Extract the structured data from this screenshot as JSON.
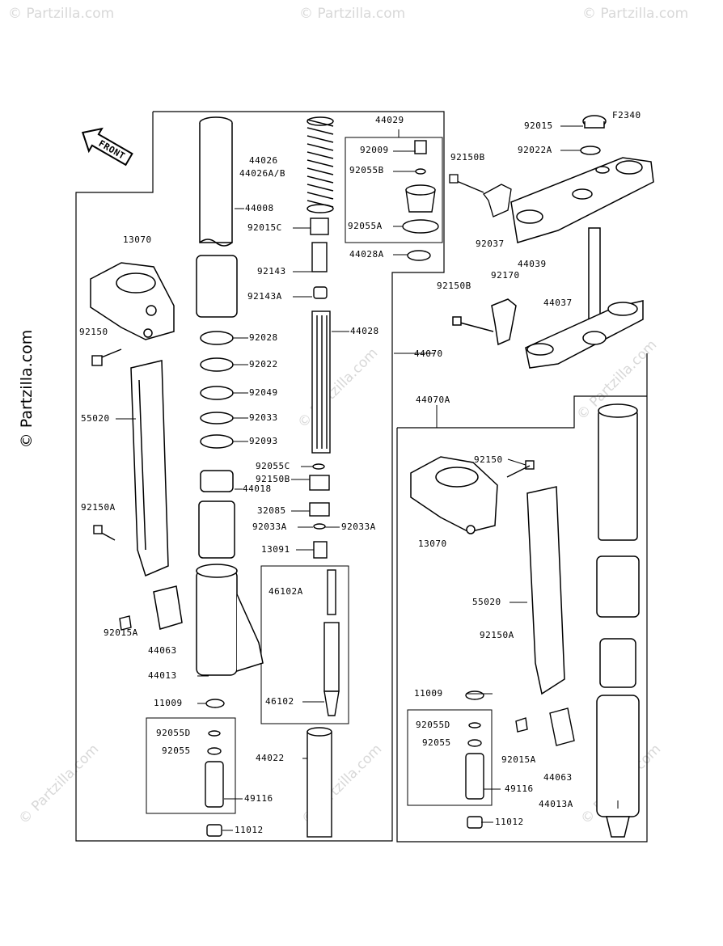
{
  "figure_code": "F2340",
  "front_label": "FRONT",
  "side_watermark": "© Partzilla.com",
  "faint_watermark": "© Partzilla.com",
  "labels": {
    "l44029": "44029",
    "l92009": "92009",
    "l92055B": "92055B",
    "l92055A": "92055A",
    "l44028A": "44028A",
    "l44026": "44026",
    "l44026AB": "44026A/B",
    "l44008": "44008",
    "l92015C": "92015C",
    "l92143": "92143",
    "l92143A": "92143A",
    "l44028": "44028",
    "l13070": "13070",
    "l92150": "92150",
    "l92028": "92028",
    "l92022": "92022",
    "l92049": "92049",
    "l55020": "55020",
    "l92033": "92033",
    "l92093": "92093",
    "l92055C": "92055C",
    "l92150B": "92150B",
    "l44018": "44018",
    "l92150A": "92150A",
    "l32085": "32085",
    "l92033A_left": "92033A",
    "l92033A_right": "92033A",
    "l13091": "13091",
    "l46102A": "46102A",
    "l92015A": "92015A",
    "l44063": "44063",
    "l44013": "44013",
    "l46102": "46102",
    "l11009": "11009",
    "l92055D": "92055D",
    "l92055": "92055",
    "l44022": "44022",
    "l49116": "49116",
    "l11012": "11012",
    "l92015": "92015",
    "l92022A": "92022A",
    "l92150B_top": "92150B",
    "l92037": "92037",
    "l44039": "44039",
    "l92150B_mid": "92150B",
    "l92170": "92170",
    "l44037": "44037",
    "l44070": "44070",
    "l44070A": "44070A",
    "r92150": "92150",
    "r13070": "13070",
    "r55020": "55020",
    "r92150A": "92150A",
    "r11009": "11009",
    "r92055D": "92055D",
    "r92055": "92055",
    "r92015A": "92015A",
    "r44063": "44063",
    "r49116": "49116",
    "r44013A": "44013A",
    "r11012": "11012"
  }
}
